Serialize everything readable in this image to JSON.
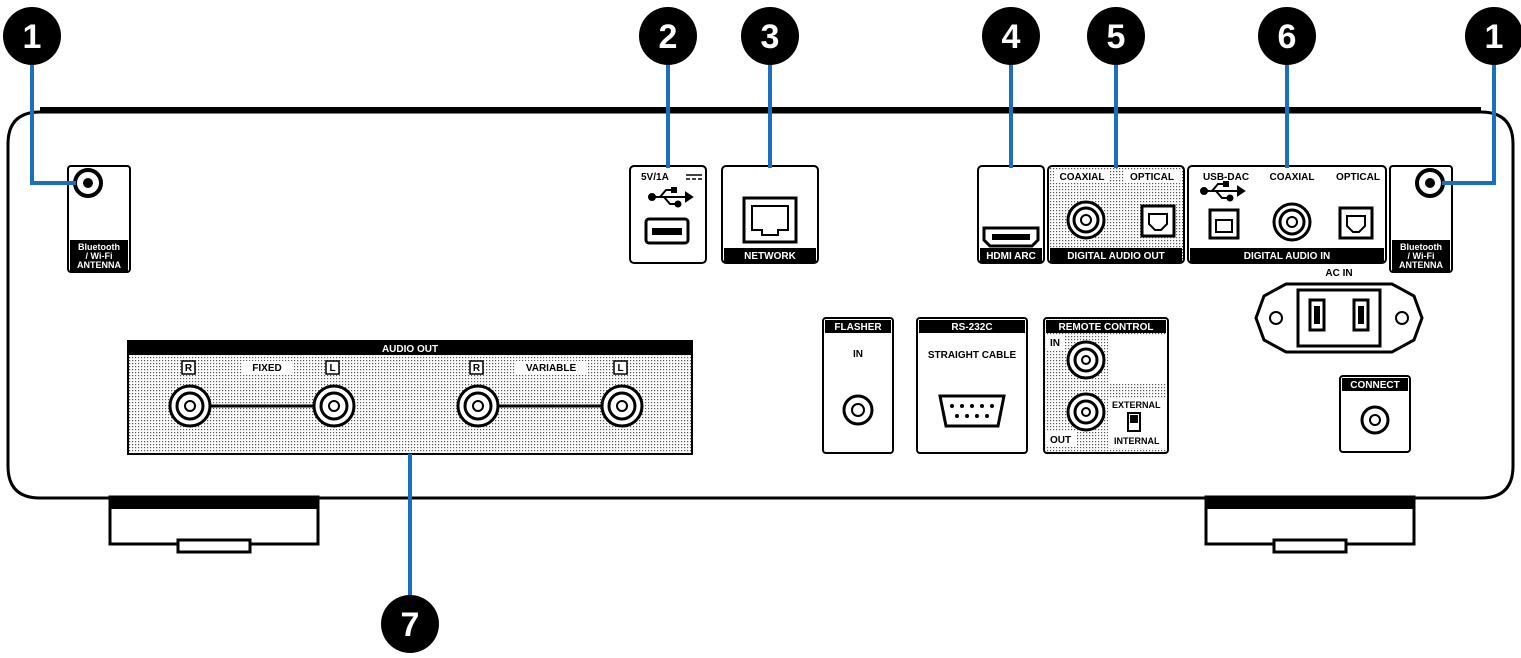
{
  "callouts": {
    "c1": "1",
    "c2": "2",
    "c3": "3",
    "c4": "4",
    "c5": "5",
    "c6": "6",
    "c7": "7"
  },
  "antenna_label": {
    "line1": "Bluetooth",
    "line2": "/ Wi-Fi",
    "line3": "ANTENNA"
  },
  "usb": {
    "rating": "5V/1A"
  },
  "network": {
    "label": "NETWORK"
  },
  "hdmi": {
    "label": "HDMI ARC"
  },
  "digital_out": {
    "coaxial": "COAXIAL",
    "optical": "OPTICAL",
    "label": "DIGITAL AUDIO OUT"
  },
  "digital_in": {
    "usb_dac": "USB-DAC",
    "coaxial": "COAXIAL",
    "optical": "OPTICAL",
    "label": "DIGITAL AUDIO IN"
  },
  "ac_in": {
    "label": "AC IN"
  },
  "audio_out": {
    "label": "AUDIO OUT",
    "fixed": "FIXED",
    "variable": "VARIABLE",
    "r": "R",
    "l": "L"
  },
  "flasher": {
    "title": "FLASHER",
    "in": "IN"
  },
  "rs232c": {
    "title": "RS-232C",
    "sub": "STRAIGHT CABLE"
  },
  "remote": {
    "title": "REMOTE CONTROL",
    "in": "IN",
    "out": "OUT",
    "external": "EXTERNAL",
    "internal": "INTERNAL"
  },
  "connect": {
    "label": "CONNECT"
  }
}
